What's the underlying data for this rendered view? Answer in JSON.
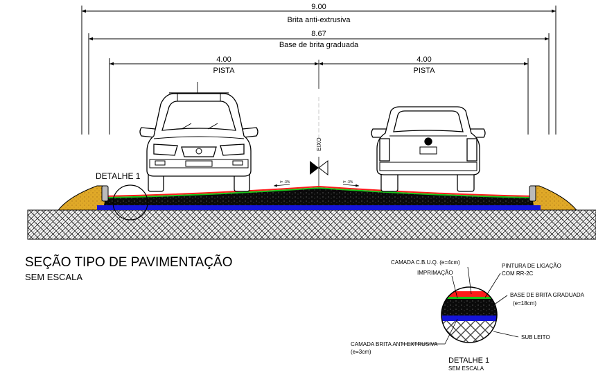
{
  "dimensions": [
    {
      "value": "9.00",
      "label": "Brita anti-extrusiva"
    },
    {
      "value": "8.67",
      "label": "Base de brita graduada"
    },
    {
      "value": "4.00",
      "label": "PISTA"
    },
    {
      "value": "4.00",
      "label": "PISTA"
    }
  ],
  "axis_label": "EIXO",
  "slope_labels": [
    "i= -3%",
    "i= -3%"
  ],
  "detail_callout": "DETALHE 1",
  "section_title": "SEÇÃO TIPO DE PAVIMENTAÇÃO",
  "section_subtitle": "SEM ESCALA",
  "detail": {
    "title": "DETALHE 1",
    "subtitle": "SEM ESCALA",
    "layers": {
      "cbuq": "CAMADA C.B.U.Q. (e=4cm)",
      "imprimacao": "IMPRIMAÇÃO",
      "pintura_1": "PINTURA DE LIGAÇÃO",
      "pintura_2": "COM RR-2C",
      "base_1": "BASE DE BRITA GRADUADA",
      "base_2": "(e=18cm)",
      "sub_leito": "SUB LEITO",
      "anti_1": "CAMADA BRITA ANTI EXTRUSIVA",
      "anti_2": "(e=3cm)"
    }
  },
  "colors": {
    "cbuq_red": "#ff1a1a",
    "pintura_green": "#19c419",
    "asphalt_black": "#0a0a0a",
    "anti_extrusive_blue": "#1414d8",
    "shoulder_ochre": "#e0a928",
    "subgrade_gray": "#8a8a8a"
  }
}
